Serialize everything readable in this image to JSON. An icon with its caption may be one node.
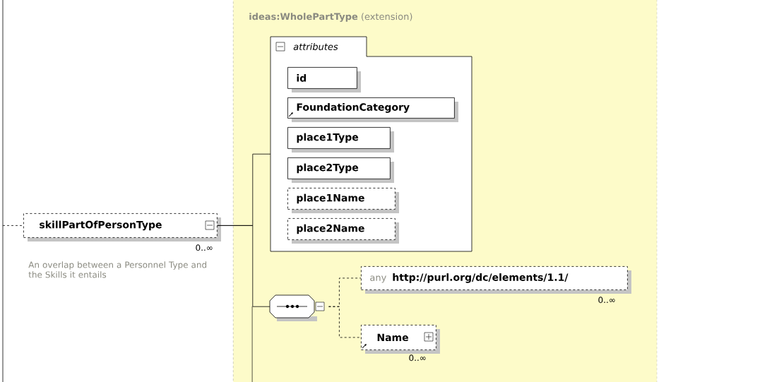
{
  "diagram": {
    "nodes": [
      {
        "text": [
          "skillPartOfPersonType"
        ],
        "beside": [
          "0..∞",
          "An overlap between a Personnel Type and the Skills it entails"
        ]
      },
      {
        "text": [
          "**ideas:WholePartType** (extension)"
        ]
      },
      {
        "text": [
          "attributes"
        ],
        "in": 1
      },
      {
        "text": [
          "id"
        ],
        "in": 2
      },
      {
        "text": [
          "FoundationCategory"
        ],
        "in": 2
      },
      {
        "text": [
          "place1Type"
        ],
        "in": 2
      },
      {
        "text": [
          "place2Type"
        ],
        "in": 2
      },
      {
        "text": [
          "place1Name"
        ],
        "in": 2
      },
      {
        "text": [
          "place2Name"
        ],
        "in": 2
      },
      {
        "text": [],
        "shape": "octagon",
        "in": 1
      },
      {
        "text": [
          "any",
          "http://purl.org/dc/elements/1.1/"
        ],
        "beside": [
          "0..∞"
        ],
        "in": 1
      },
      {
        "text": [
          "Name"
        ],
        "beside": [
          "0..∞"
        ],
        "in": 1
      }
    ],
    "edges": [
      {
        "from": null,
        "to": 0,
        "arrow": "none",
        "style": "dashed"
      },
      {
        "from": 0,
        "to": 2,
        "arrow": "none"
      },
      {
        "from": 0,
        "to": 9,
        "arrow": "none"
      },
      {
        "from": 9,
        "to": 10,
        "arrow": "none",
        "style": "dashed"
      },
      {
        "from": 9,
        "to": 11,
        "arrow": "none",
        "style": "dashed"
      }
    ]
  }
}
